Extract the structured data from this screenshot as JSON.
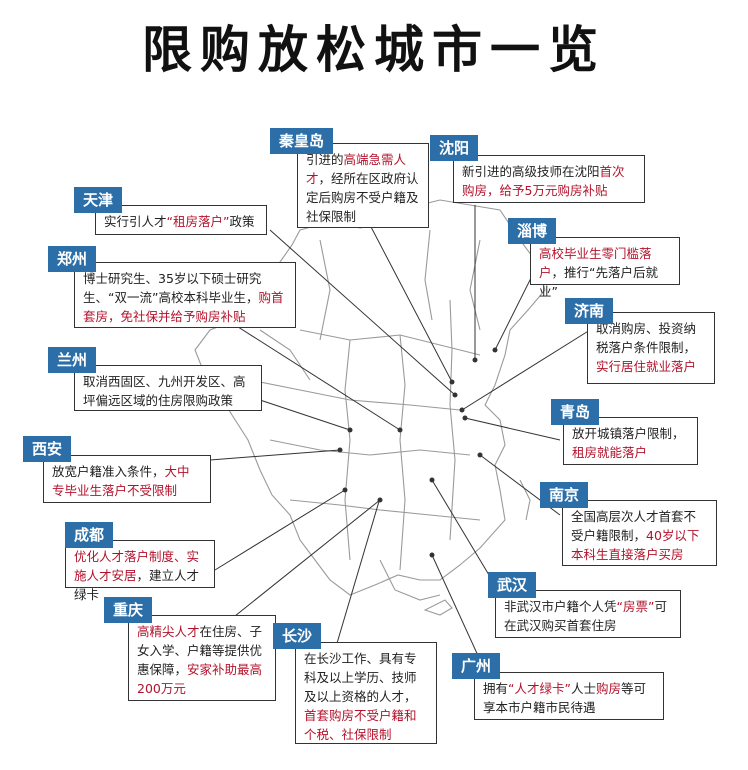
{
  "title": "限购放松城市一览",
  "cities": [
    {
      "id": "qinhuangdao",
      "name": "秦皇岛",
      "segments": [
        {
          "t": "引进的"
        },
        {
          "t": "高端急需人才",
          "red": true
        },
        {
          "t": "，经所在区政府认定后购房不受户籍及社保限制"
        }
      ]
    },
    {
      "id": "shenyang",
      "name": "沈阳",
      "segments": [
        {
          "t": "新引进的高级技师在沈阳"
        },
        {
          "t": "首次购房，给予5万元购房补贴",
          "red": true
        }
      ]
    },
    {
      "id": "tianjin",
      "name": "天津",
      "segments": [
        {
          "t": "实行引人才"
        },
        {
          "t": "“租房落户”",
          "red": true
        },
        {
          "t": "政策"
        }
      ]
    },
    {
      "id": "zibo",
      "name": "淄博",
      "segments": [
        {
          "t": "高校毕业生零门槛落户",
          "red": true
        },
        {
          "t": "，推行"
        },
        {
          "t": "“先落户后就业”"
        }
      ]
    },
    {
      "id": "zhengzhou",
      "name": "郑州",
      "segments": [
        {
          "t": "博士研究生、35岁以下硕士研究生、“双一流”高校本科毕业生，"
        },
        {
          "t": "购首套房，免社保并给予购房补贴",
          "red": true
        }
      ]
    },
    {
      "id": "jinan",
      "name": "济南",
      "segments": [
        {
          "t": "取消购房、投资纳税落户条件限制，"
        },
        {
          "t": "实行居住就业落户",
          "red": true
        }
      ]
    },
    {
      "id": "lanzhou",
      "name": "兰州",
      "segments": [
        {
          "t": "取消西固区、九州开发区、高坪偏远区域的住房限购政策"
        }
      ]
    },
    {
      "id": "qingdao",
      "name": "青岛",
      "segments": [
        {
          "t": "放开城镇落户限制，"
        },
        {
          "t": "租房就能落户",
          "red": true
        }
      ]
    },
    {
      "id": "xian",
      "name": "西安",
      "segments": [
        {
          "t": "放宽户籍准入条件，"
        },
        {
          "t": "大中专毕业生落户不受限制",
          "red": true
        }
      ]
    },
    {
      "id": "nanjing",
      "name": "南京",
      "segments": [
        {
          "t": "全国高层次人才首套不受户籍限制，"
        },
        {
          "t": "40岁以下本科生直接落户买房",
          "red": true
        }
      ]
    },
    {
      "id": "chengdu",
      "name": "成都",
      "segments": [
        {
          "t": "优化人才落户制度、实施人才安居",
          "red": true
        },
        {
          "t": "，建立人才绿卡"
        }
      ]
    },
    {
      "id": "wuhan",
      "name": "武汉",
      "segments": [
        {
          "t": "非武汉市户籍个人凭"
        },
        {
          "t": "“房票”",
          "red": true
        },
        {
          "t": "可在武汉购买首套住房"
        }
      ]
    },
    {
      "id": "chongqing",
      "name": "重庆",
      "segments": [
        {
          "t": "高精尖人才",
          "red": true
        },
        {
          "t": "在住房、子女入学、户籍等提供优惠保障，"
        },
        {
          "t": "安家补助最高200万元",
          "red": true
        }
      ]
    },
    {
      "id": "changsha",
      "name": "长沙",
      "segments": [
        {
          "t": "在长沙工作、具有专科及以上学历、技师及以上资格的人才，"
        },
        {
          "t": "首套购房不受户籍和个税、社保限制",
          "red": true
        }
      ]
    },
    {
      "id": "guangzhou",
      "name": "广州",
      "segments": [
        {
          "t": "拥有"
        },
        {
          "t": "“人才绿卡”",
          "red": true
        },
        {
          "t": "人士"
        },
        {
          "t": "购房",
          "red": true
        },
        {
          "t": "等可享本市户籍市民待遇"
        }
      ]
    }
  ],
  "colors": {
    "tag": "#2c6fa8",
    "highlight": "#b3122b",
    "map_line": "#9a9a9a"
  }
}
